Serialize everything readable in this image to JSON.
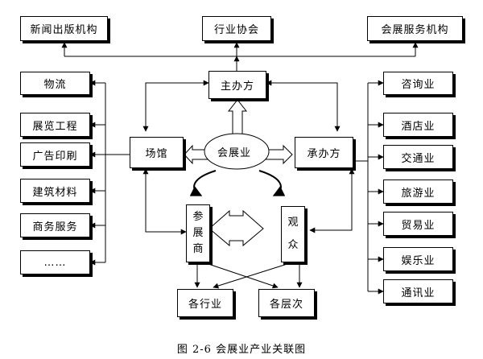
{
  "top": [
    "新闻出版机构",
    "行业协会",
    "会展服务机构"
  ],
  "center": {
    "organizer": "主办方",
    "venue": "场馆",
    "industry": "会展业",
    "contractor": "承办方",
    "exhibitor_chars": [
      "参",
      "展",
      "商"
    ],
    "audience_chars": [
      "观",
      "众"
    ]
  },
  "left": [
    "物流",
    "展览工程",
    "广告印刷",
    "建筑材料",
    "商务服务",
    "……"
  ],
  "right": [
    "咨询业",
    "酒店业",
    "交通业",
    "旅游业",
    "贸易业",
    "娱乐业",
    "通讯业"
  ],
  "bottom": [
    "各行业",
    "各层次"
  ],
  "caption": "图 2-6 会展业产业关联图"
}
